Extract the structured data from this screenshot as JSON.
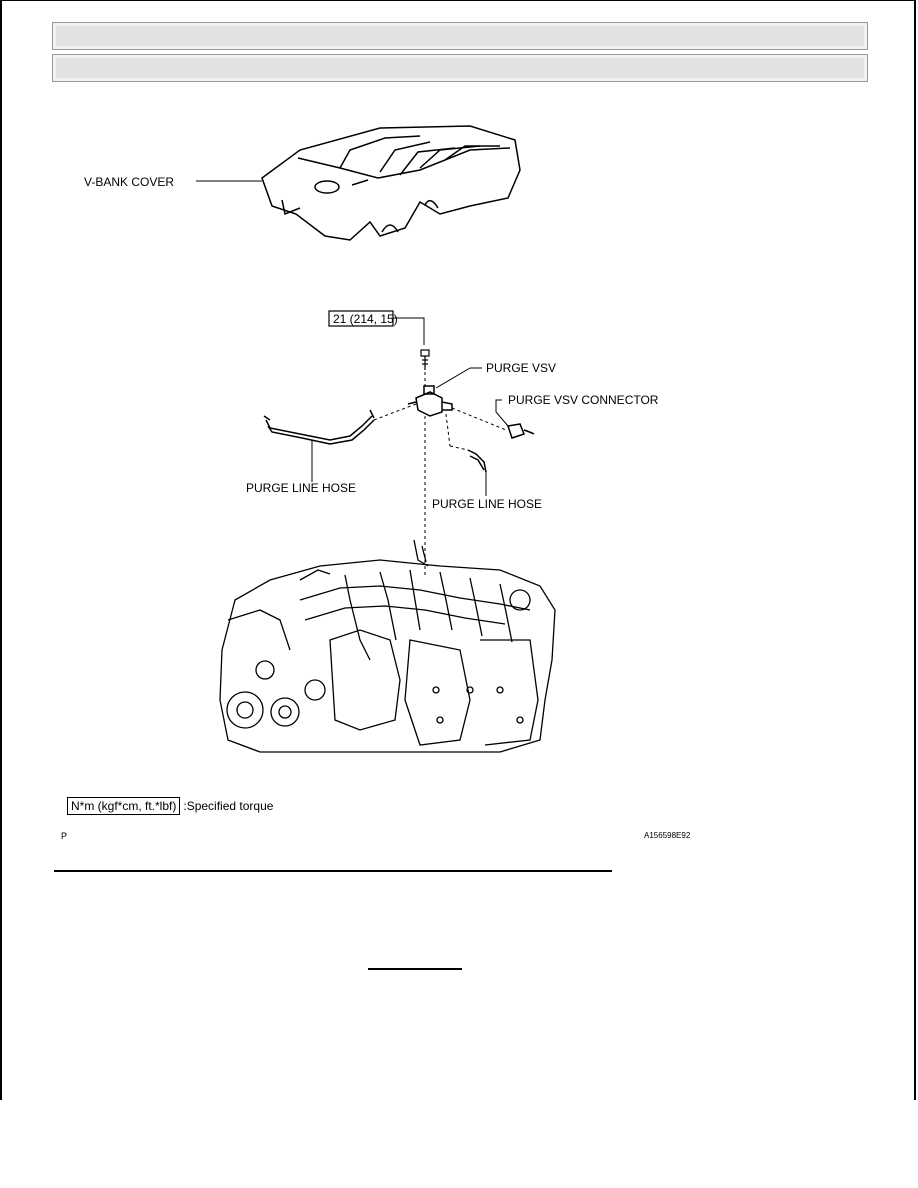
{
  "diagram": {
    "labels": {
      "vbank_cover": "V-BANK COVER",
      "torque_value": "21 (214, 15)",
      "purge_vsv": "PURGE VSV",
      "purge_vsv_connector": "PURGE VSV CONNECTOR",
      "purge_line_hose_left": "PURGE LINE HOSE",
      "purge_line_hose_right": "PURGE LINE HOSE"
    },
    "figure_code": "A156598E92"
  },
  "legend": {
    "unit_box": "N*m (kgf*cm, ft.*lbf)",
    "description": "Specified torque"
  },
  "caption_letter": "P"
}
